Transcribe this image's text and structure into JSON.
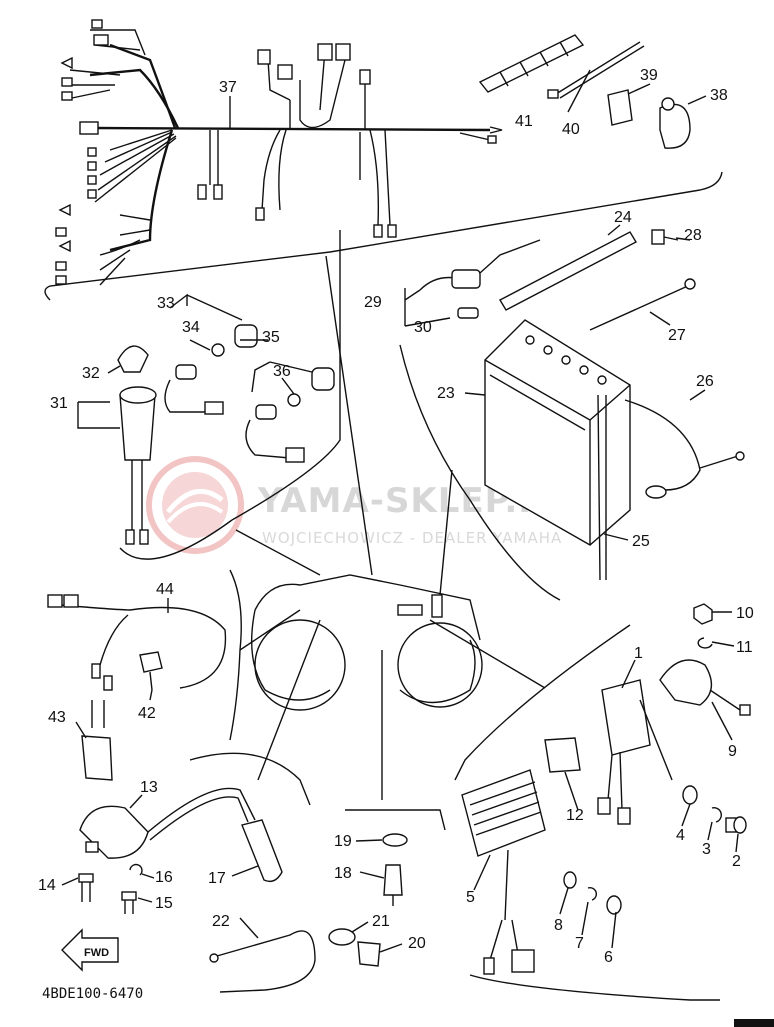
{
  "watermark": {
    "main": "YAMA-SKLEP.PL",
    "sub": "WOJCIECHOWICZ - DEALER YAMAHA"
  },
  "diagram_code": "4BDE100-6470",
  "fwd_label": "FWD",
  "callouts": {
    "c1": "1",
    "c2": "2",
    "c3": "3",
    "c4": "4",
    "c5": "5",
    "c6": "6",
    "c7": "7",
    "c8": "8",
    "c9": "9",
    "c10": "10",
    "c11": "11",
    "c12": "12",
    "c13": "13",
    "c14": "14",
    "c15": "15",
    "c16": "16",
    "c17": "17",
    "c18": "18",
    "c19": "19",
    "c20": "20",
    "c21": "21",
    "c22": "22",
    "c23": "23",
    "c24": "24",
    "c25": "25",
    "c26": "26",
    "c27": "27",
    "c28": "28",
    "c29": "29",
    "c30": "30",
    "c31": "31",
    "c32": "32",
    "c33": "33",
    "c34": "34",
    "c35": "35",
    "c36": "36",
    "c37": "37",
    "c38": "38",
    "c39": "39",
    "c40": "40",
    "c41": "41",
    "c42": "42",
    "c43": "43",
    "c44": "44"
  },
  "colors": {
    "ink": "#111111",
    "watermark": "#d7d7d7",
    "logo_red": "#f2c4c4"
  }
}
